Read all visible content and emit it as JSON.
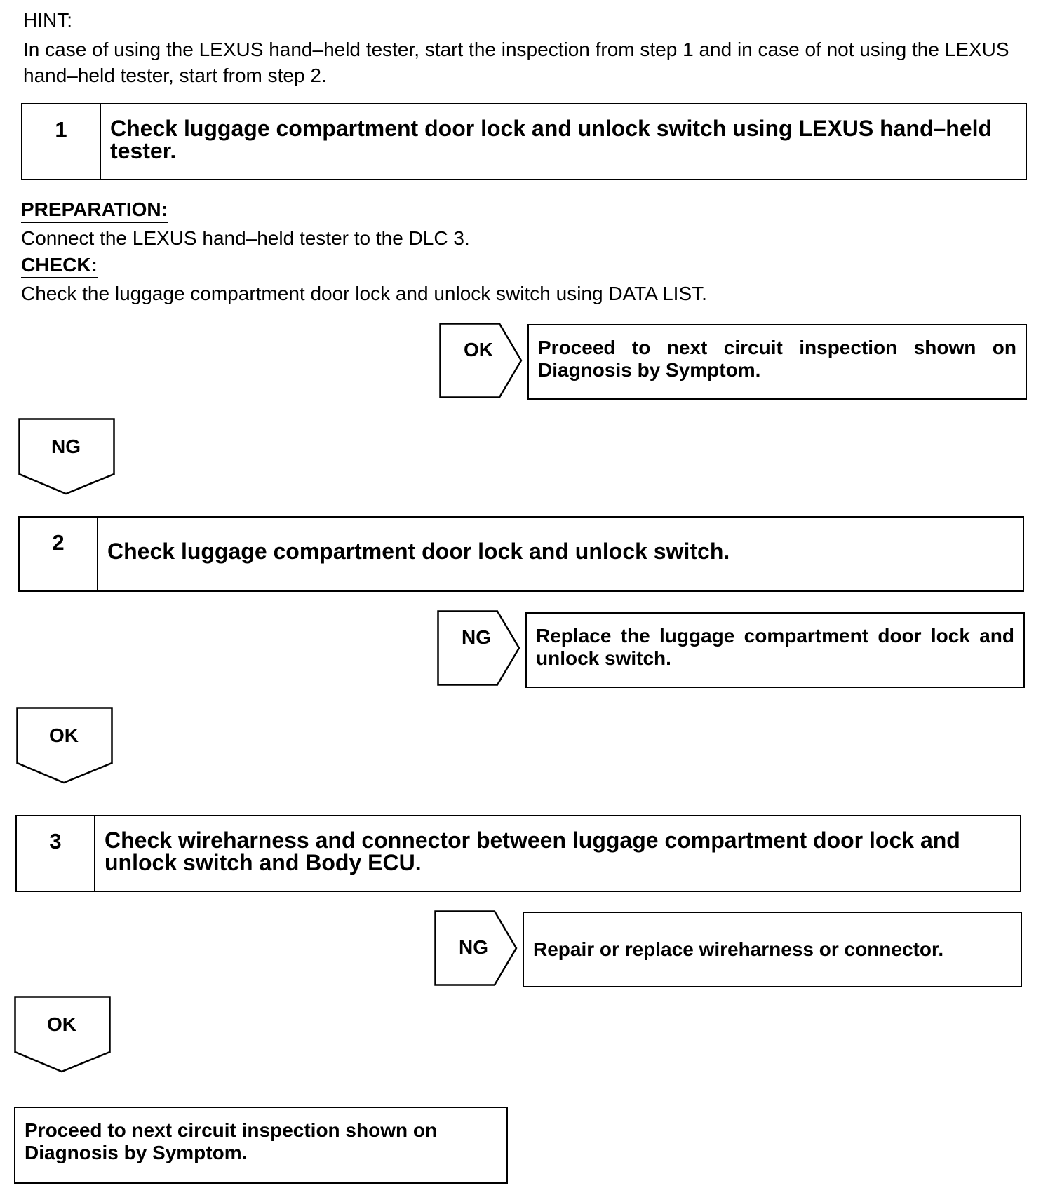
{
  "hint": {
    "title": "HINT:",
    "text": "In case of using the LEXUS hand–held tester, start the inspection from step 1 and in case of not using the LEXUS hand–held tester, start from step 2."
  },
  "steps": [
    {
      "number": "1",
      "title": "Check luggage compartment door lock and unlock switch using LEXUS hand–held tester."
    },
    {
      "number": "2",
      "title": "Check luggage compartment door lock and unlock switch."
    },
    {
      "number": "3",
      "title": "Check wireharness and connector between luggage compartment door lock and unlock switch and Body ECU."
    }
  ],
  "step1_details": {
    "preparation_label": "PREPARATION:",
    "preparation_text": "Connect the LEXUS hand–held tester to the DLC 3.",
    "check_label": "CHECK:",
    "check_text": "Check the luggage compartment door lock and unlock switch using DATA LIST."
  },
  "branches": [
    {
      "label": "OK",
      "result": "Proceed to next circuit inspection shown on Diagnosis by Symptom."
    },
    {
      "label": "NG",
      "result": "Replace the luggage compartment door lock and unlock switch."
    },
    {
      "label": "NG",
      "result": "Repair or replace wireharness or connector."
    }
  ],
  "down_arrows": [
    "NG",
    "OK",
    "OK"
  ],
  "final_box": "Proceed to next circuit inspection shown on Diagnosis by Symptom."
}
